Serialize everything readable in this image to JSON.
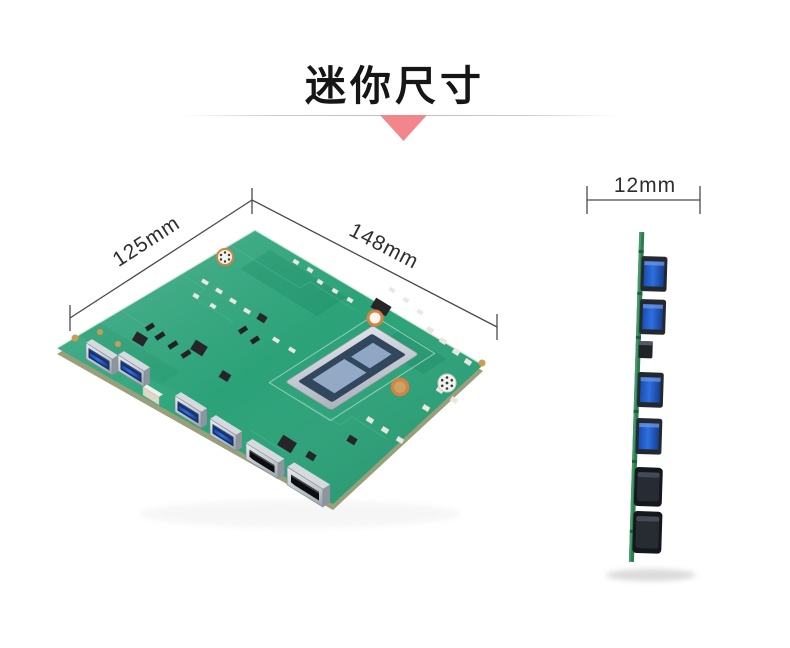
{
  "header": {
    "title": "迷你尺寸"
  },
  "accent_color": "#f2868c",
  "illustration": {
    "pcb_color": "#27a076",
    "dimensions": {
      "depth": "125mm",
      "width": "148mm",
      "thickness": "12mm"
    }
  }
}
